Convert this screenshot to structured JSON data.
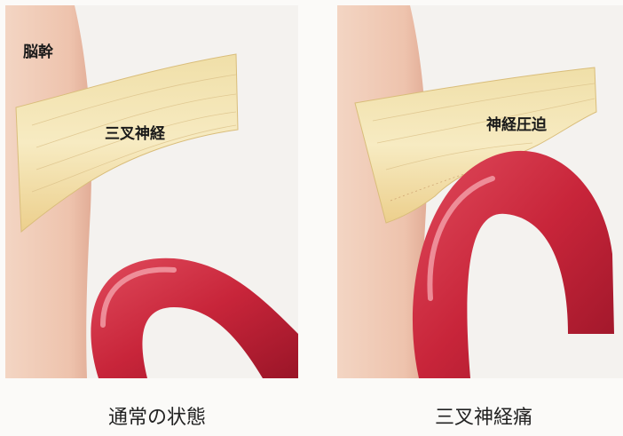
{
  "left_panel": {
    "brainstem_label": "脳幹",
    "nerve_label": "三叉神経",
    "caption": "通常の状態"
  },
  "right_panel": {
    "compression_label": "神経圧迫",
    "caption": "三叉神経痛"
  },
  "colors": {
    "brainstem": "#efc9b3",
    "nerve": "#f1dca0",
    "artery": "#c8253a",
    "artery_highlight": "#f07a86"
  }
}
